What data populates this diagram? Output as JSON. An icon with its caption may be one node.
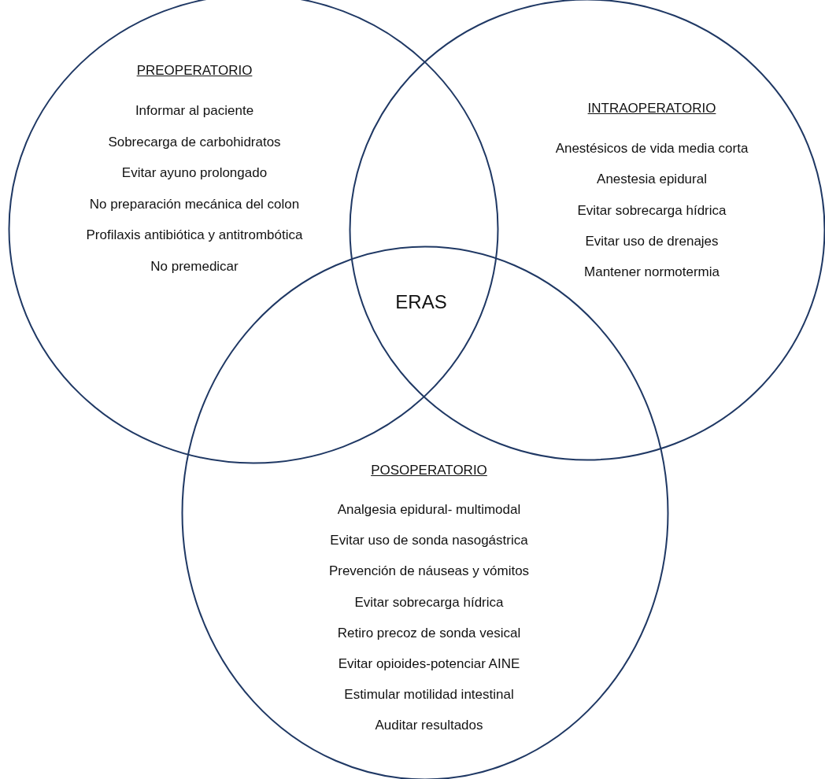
{
  "diagram": {
    "nodes": [
      {
        "text": [
          "PREOPERATORIO",
          "Informar al paciente",
          "Sobrecarga de carbohidratos",
          "Evitar ayuno prolongado",
          "No preparación mecánica del colon",
          "Profilaxis antibiótica y antitrombótica",
          "No premedicar"
        ]
      },
      {
        "text": [
          "INTRAOPERATORIO",
          "Anestésicos de vida media corta",
          "Anestesia epidural",
          "Evitar sobrecarga hídrica",
          "Evitar uso de drenajes",
          "Mantener normotermia"
        ]
      },
      {
        "text": [
          "POSOPERATORIO",
          "Analgesia epidural- multimodal",
          "Evitar uso de sonda nasogástrica",
          "Prevención de náuseas y vómitos",
          "Evitar sobrecarga hídrica",
          "Retiro precoz de sonda vesical",
          "Evitar opioides-potenciar AINE",
          "Estimular motilidad intestinal",
          "Auditar resultados"
        ]
      },
      {
        "text": [
          "ERAS"
        ]
      }
    ]
  }
}
